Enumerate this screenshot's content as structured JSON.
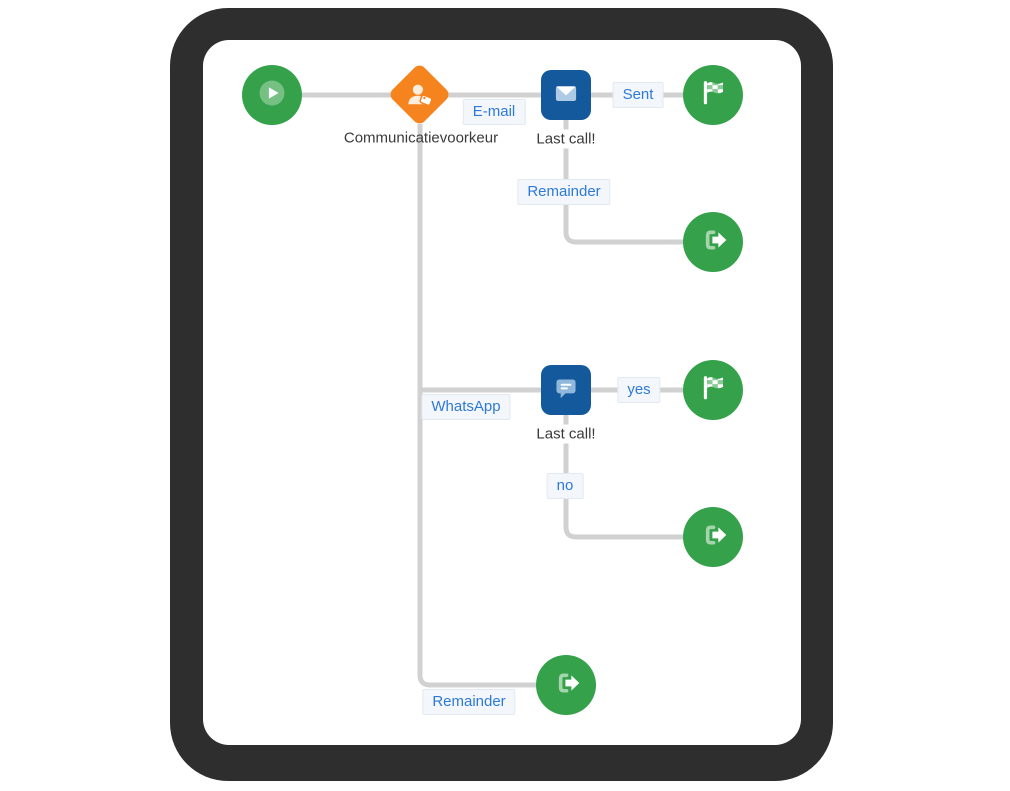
{
  "device": {
    "kind": "tablet-mockup"
  },
  "palette": {
    "frame": "#2e2e2e",
    "screen": "#ffffff",
    "connector": "#d1d1d1",
    "node_green": "#35a24b",
    "node_orange": "#f5841e",
    "node_blue": "#15599d",
    "edge_label_text": "#2e7ad7",
    "edge_label_bg": "#f3f6fa",
    "edge_label_border": "#e3e9f0",
    "caption_text": "#3a3a3a"
  },
  "flow": {
    "nodes": {
      "start": {
        "type": "start",
        "icon": "play-icon"
      },
      "decision": {
        "type": "decision",
        "icon": "contact-tag-icon",
        "label": "Communicatievoorkeur"
      },
      "email_action": {
        "type": "action",
        "icon": "envelope-icon",
        "label": "Last call!"
      },
      "whatsapp_action": {
        "type": "action",
        "icon": "chat-bubble-icon",
        "label": "Last call!"
      },
      "goal_email": {
        "type": "goal",
        "icon": "checkered-flag-icon"
      },
      "goal_whatsapp": {
        "type": "goal",
        "icon": "checkered-flag-icon"
      },
      "exit_email": {
        "type": "exit",
        "icon": "exit-icon"
      },
      "exit_whatsapp": {
        "type": "exit",
        "icon": "exit-icon"
      },
      "exit_remainder": {
        "type": "exit",
        "icon": "exit-icon"
      }
    },
    "edge_labels": {
      "email": "E-mail",
      "sent": "Sent",
      "remainder_email": "Remainder",
      "whatsapp": "WhatsApp",
      "yes": "yes",
      "no": "no",
      "remainder_bottom": "Remainder"
    }
  }
}
